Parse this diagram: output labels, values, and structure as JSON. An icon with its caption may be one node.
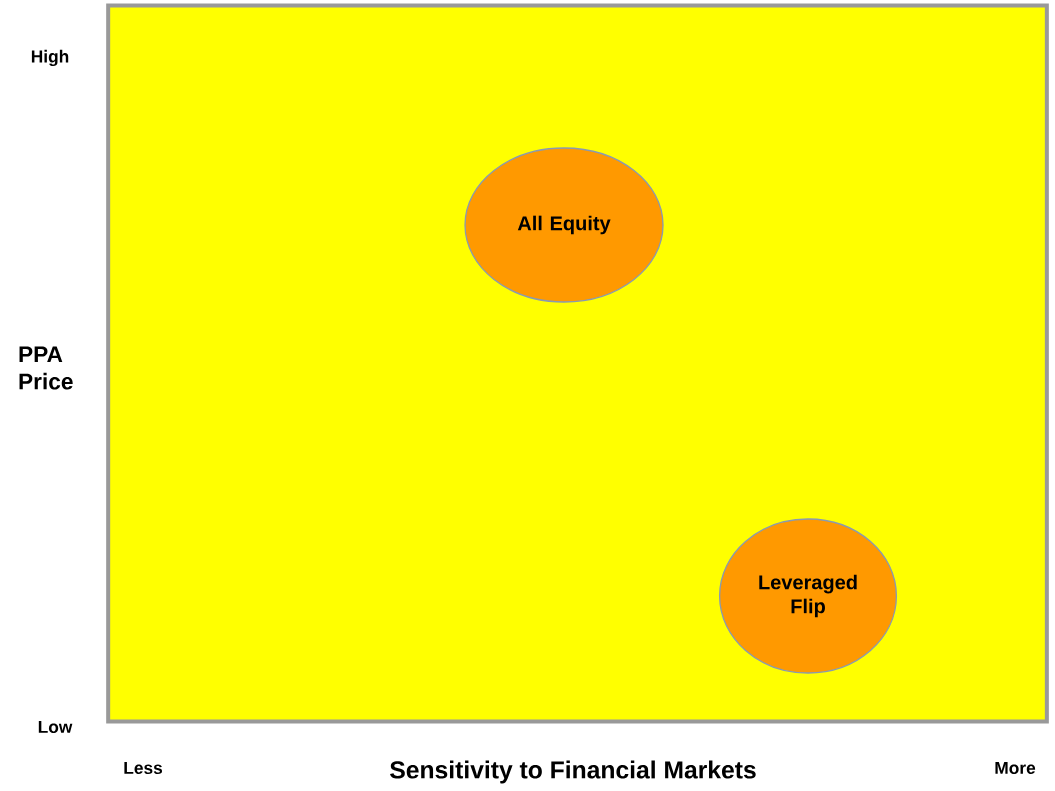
{
  "diagram": {
    "nodes": [
      {
        "text": [],
        "shape": "box"
      },
      {
        "text": [
          "All Equity"
        ],
        "in": 0
      },
      {
        "text": [
          "Leveraged Flip"
        ],
        "in": 0
      }
    ],
    "labels": [
      "High",
      "PPA Price",
      "Low",
      "Less",
      "Sensitivity to Financial Markets",
      "More"
    ]
  }
}
